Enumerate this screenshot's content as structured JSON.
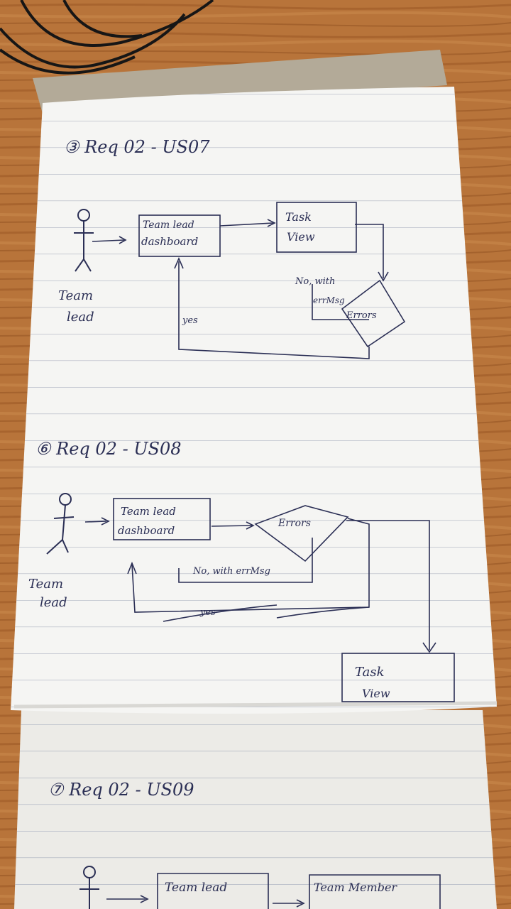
{
  "sections": [
    {
      "heading": "③ Req 02 - US07",
      "actor": [
        "Team",
        "lead"
      ],
      "boxes": [
        [
          "Team lead",
          "dashboard"
        ],
        [
          "Task",
          "View"
        ]
      ],
      "decision": "Errors",
      "edge_labels": [
        "No, with",
        "errMsg",
        "yes"
      ]
    },
    {
      "heading": "⑥ Req 02 - US08",
      "actor": [
        "Team",
        "lead"
      ],
      "boxes": [
        [
          "Team lead",
          "dashboard"
        ],
        [
          "Task",
          "View"
        ]
      ],
      "decision": "Errors",
      "edge_labels": [
        "No, with errMsg",
        "yes"
      ]
    },
    {
      "heading": "⑦ Req 02 - US09",
      "boxes": [
        [
          "Team lead"
        ],
        [
          "Team Member"
        ]
      ]
    }
  ],
  "colors": {
    "wood": "#b8743a",
    "paper": "#f4f4f2",
    "ruled_line": "#9aa3b4",
    "ink": "#2b2f55"
  }
}
